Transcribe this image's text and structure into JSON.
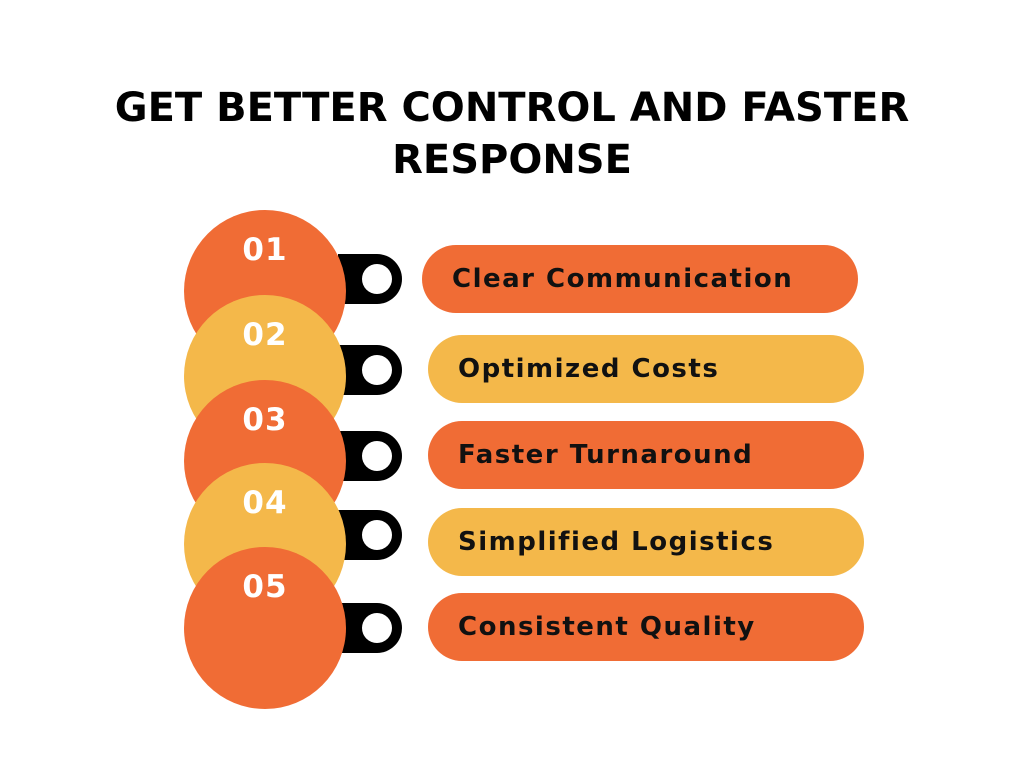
{
  "title": {
    "line1": "GET BETTER CONTROL AND FASTER",
    "line2": "RESPONSE"
  },
  "colors": {
    "orange": "#f06c35",
    "yellow": "#f4b84a",
    "connector": "#000000",
    "background": "#ffffff"
  },
  "steps": [
    {
      "number": "01",
      "label": "Clear Communication",
      "color": "orange"
    },
    {
      "number": "02",
      "label": "Optimized Costs",
      "color": "yellow"
    },
    {
      "number": "03",
      "label": "Faster Turnaround",
      "color": "orange"
    },
    {
      "number": "04",
      "label": "Simplified Logistics",
      "color": "yellow"
    },
    {
      "number": "05",
      "label": "Consistent Quality",
      "color": "orange"
    }
  ]
}
